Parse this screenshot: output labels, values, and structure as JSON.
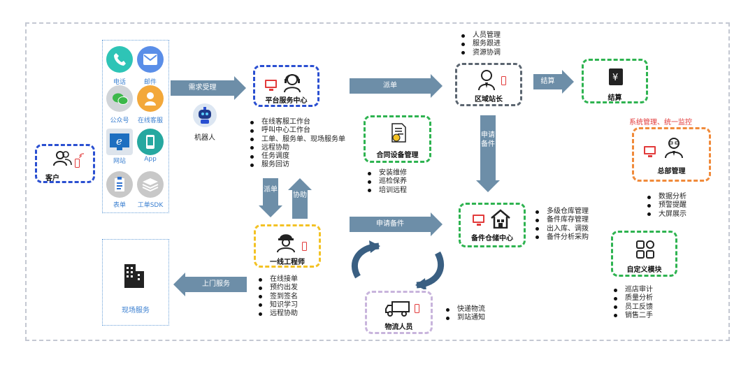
{
  "colors": {
    "arrow": "#6d8ea8",
    "blue_box": "#2a4fd1",
    "green_box": "#2eb350",
    "gray_box": "#5b6570",
    "yellow_box": "#f3c224",
    "purple_box": "#c8b4dc",
    "orange_box": "#f08a3a",
    "channel_text": "#3a7fd0",
    "accent_red": "#e23a3a"
  },
  "customer": {
    "label": "客户",
    "icon": "users-phone-icon"
  },
  "channels": [
    {
      "label": "电话",
      "icon": "phone-icon",
      "color": "#2ec4b6"
    },
    {
      "label": "邮件",
      "icon": "mail-icon",
      "color": "#5a8ee8"
    },
    {
      "label": "公众号",
      "icon": "wechat-icon",
      "color": "#3cb84a"
    },
    {
      "label": "在线客服",
      "icon": "customer-service-icon",
      "color": "#f3a83a"
    },
    {
      "label": "网站",
      "icon": "browser-icon",
      "color": "#2a8ad8"
    },
    {
      "label": "App",
      "icon": "app-icon",
      "color": "#26a8a0"
    },
    {
      "label": "表单",
      "icon": "form-icon",
      "color": "#c8c8c8"
    },
    {
      "label": "工单SDK",
      "icon": "sdk-layers-icon",
      "color": "#c8c8c8"
    }
  ],
  "robot": {
    "label": "机器人"
  },
  "platform": {
    "label": "平台服务中心",
    "items": [
      "在线客服工作台",
      "呼叫中心工作台",
      "工单、服务单、现场服务单",
      "远程协助",
      "任务调度",
      "服务回访"
    ]
  },
  "contract": {
    "label": "合同设备管理",
    "items": [
      "安装维修",
      "巡检保养",
      "培训远程"
    ]
  },
  "region": {
    "label": "区域站长",
    "items": [
      "人员管理",
      "服务跟进",
      "资源协调"
    ]
  },
  "settlement": {
    "label": "结算"
  },
  "hq": {
    "caption": "系统管理、统一监控",
    "label": "总部管理",
    "items": [
      "数据分析",
      "预警提醒",
      "大屏展示"
    ]
  },
  "warehouse": {
    "label": "备件仓储中心",
    "items": [
      "多级仓库管理",
      "备件库存管理",
      "出入库、调拨",
      "备件分析采购"
    ]
  },
  "custom": {
    "label": "自定义模块",
    "items": [
      "巡店审计",
      "质量分析",
      "员工反馈",
      "销售二手"
    ]
  },
  "engineer": {
    "label": "一线工程师",
    "items": [
      "在线接单",
      "预约出发",
      "签到签名",
      "知识学习",
      "远程协助"
    ]
  },
  "logistics": {
    "label": "物流人员",
    "items": [
      "快递物流",
      "到站通知"
    ]
  },
  "onsite": {
    "label": "现场服务"
  },
  "arrows": {
    "demand": "需求受理",
    "dispatch_region": "派单",
    "settle": "结算",
    "apply_parts_v": "申请备件",
    "dispatch_down": "派单",
    "assist_up": "协助",
    "apply_parts_h": "申请备件",
    "onsite_service": "上门服务"
  }
}
